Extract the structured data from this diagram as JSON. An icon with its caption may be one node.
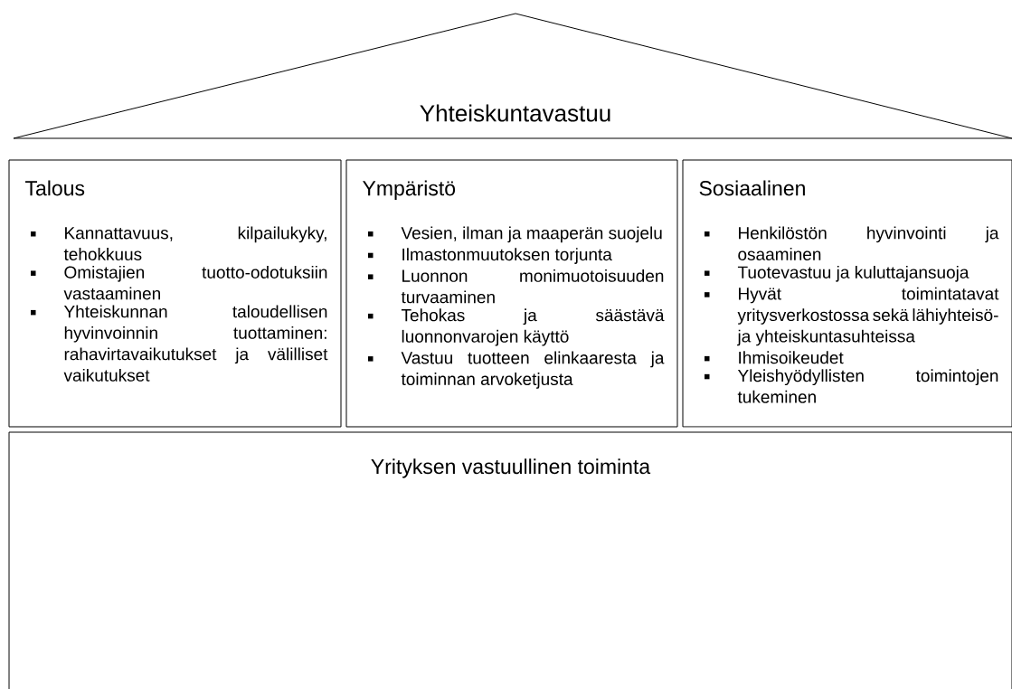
{
  "diagram": {
    "nodes": [
      {
        "text": [
          "Yhteiskuntavastuu"
        ]
      },
      {
        "text": [
          "Talous",
          "Kannattavuus, kilpailukyky, tehokkuus",
          "Omistajien tuotto-odotuksiin vastaaminen",
          "Yhteiskunnan taloudellisen hyvinvoinnin tuottaminen: rahavirtavaikutukset ja välilliset vaikutukset"
        ]
      },
      {
        "text": [
          "Ympäristö",
          "Vesien, ilman ja maaperän suojelu",
          "Ilmastonmuutoksen torjunta",
          "Luonnon monimuotoisuuden turvaaminen",
          "Tehokas ja säästävä luonnonvarojen käyttö",
          "Vastuu tuotteen elinkaaresta ja toiminnan arvoketjusta"
        ]
      },
      {
        "text": [
          "Sosiaalinen",
          "Henkilöstön hyvinvointi ja osaaminen",
          "Tuotevastuu ja kuluttajansuoja",
          "Hyvät toimintatavat yritysverkostossa sekä lähiyhteisö- ja yhteiskuntasuhteissa",
          "Ihmisoikeudet",
          "Yleishyödyllisten toimintojen tukeminen"
        ]
      },
      {
        "text": [
          "Yrityksen vastuullinen toiminta"
        ]
      }
    ]
  }
}
